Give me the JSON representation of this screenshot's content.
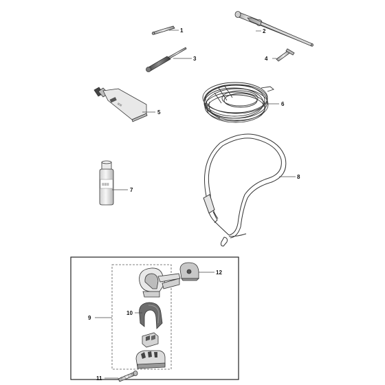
{
  "callouts": [
    {
      "id": "1",
      "label": "1"
    },
    {
      "id": "2",
      "label": "2"
    },
    {
      "id": "3",
      "label": "3"
    },
    {
      "id": "4",
      "label": "4"
    },
    {
      "id": "5",
      "label": "5"
    },
    {
      "id": "6",
      "label": "6"
    },
    {
      "id": "7",
      "label": "7"
    },
    {
      "id": "8",
      "label": "8"
    },
    {
      "id": "9",
      "label": "9"
    },
    {
      "id": "10",
      "label": "10"
    },
    {
      "id": "11",
      "label": "11"
    },
    {
      "id": "12",
      "label": "12"
    }
  ],
  "parts": {
    "grease_tube": {
      "label_text": "≡≡"
    },
    "oil_bottle": {
      "label_text": "≡≡≡"
    }
  },
  "colors": {
    "line": "#222222",
    "fill_light": "#e8e8e8",
    "fill_mid": "#bdbdbd",
    "fill_dark": "#6e6e6e",
    "background": "#ffffff"
  }
}
